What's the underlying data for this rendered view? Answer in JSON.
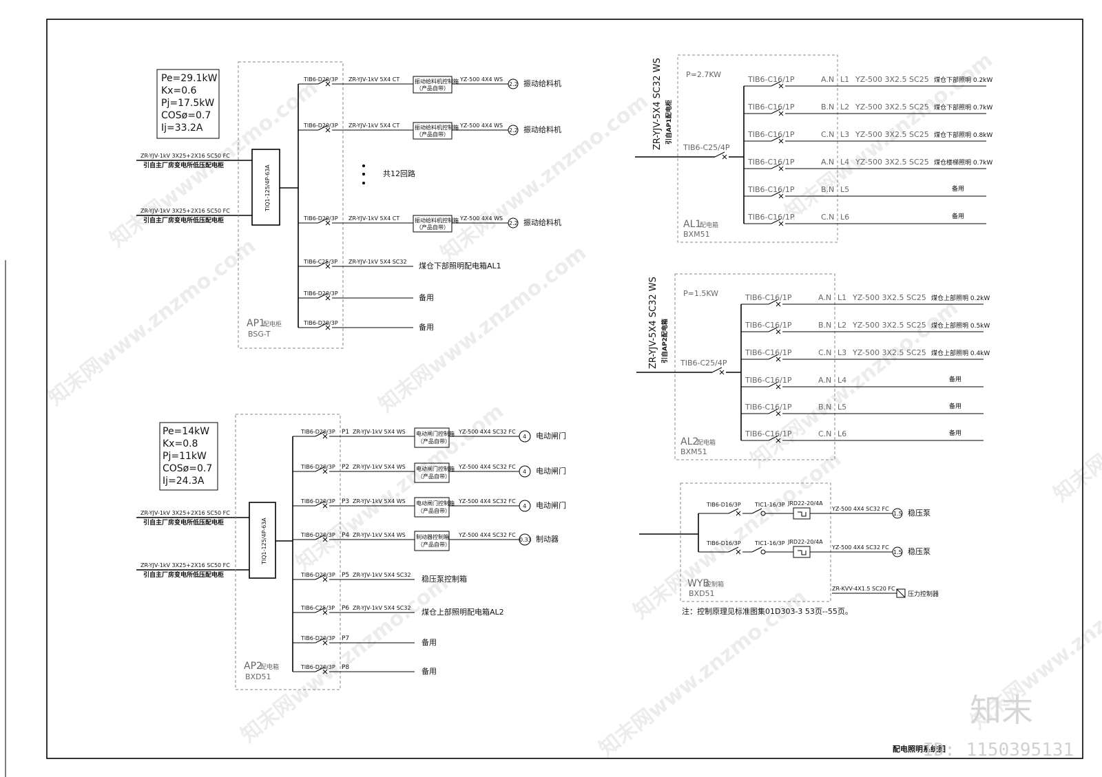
{
  "title": "配电照明系统图",
  "watermark": {
    "text": "知末网www.znzmo.com",
    "logo": "知末",
    "id_label": "ID: 1150395131"
  },
  "feeder_in": {
    "cable": "ZR-YJV-1kV 3X25+2X16 SC50 FC",
    "source": "引自主厂房变电所低压配电柜"
  },
  "ap1": {
    "load": [
      "Pe=29.1kW",
      "Kx=0.6",
      "Pj=17.5kW",
      "COSø=0.7",
      "Ij=33.2A"
    ],
    "switch": "TIQ1-125/4P-63A",
    "name": "AP1",
    "name_suffix": "配电柜",
    "model": "BSG-T",
    "ellipsis_note": "共12回路",
    "circuits": [
      {
        "breaker": "TIB6-D20/3P",
        "cable": "ZR-YJV-1kV 5X4 CT",
        "ctrl1": "振动给料机控制箱",
        "ctrl2": "（产品自带）",
        "cable2": "YZ-500 4X4 WS",
        "kw": "2.2",
        "load": "振动给料机"
      },
      {
        "breaker": "TIB6-D20/3P",
        "cable": "ZR-YJV-1kV 5X4 CT",
        "ctrl1": "振动给料机控制箱",
        "ctrl2": "（产品自带）",
        "cable2": "YZ-500 4X4 WS",
        "kw": "2.2",
        "load": "振动给料机"
      },
      {
        "breaker": "TIB6-D20/3P",
        "cable": "ZR-YJV-1kV 5X4 CT",
        "ctrl1": "振动给料机控制箱",
        "ctrl2": "（产品自带）",
        "cable2": "YZ-500 4X4 WS",
        "kw": "2.2",
        "load": "振动给料机"
      },
      {
        "breaker": "TIB6-C25/3P",
        "cable": "ZR-YJV-1kV 5X4 SC32",
        "load": "煤仓下部照明配电箱AL1"
      },
      {
        "breaker": "TIB6-D20/3P",
        "load": "备用"
      },
      {
        "breaker": "TIB6-D20/3P",
        "load": "备用"
      }
    ]
  },
  "ap2": {
    "load": [
      "Pe=14kW",
      "Kx=0.8",
      "Pj=11kW",
      "COSø=0.7",
      "Ij=24.3A"
    ],
    "switch": "TIQ1-125/4P-63A",
    "name": "AP2",
    "name_suffix": "配电箱",
    "model": "BXD51",
    "circuits": [
      {
        "breaker": "TIB6-D20/3P",
        "pno": "P1",
        "cable": "ZR-YJV-1kV 5X4 WS",
        "ctrl1": "电动闸门控制箱",
        "ctrl2": "（产品自带）",
        "cable2": "YZ-500 4X4 SC32 FC",
        "kw": "4",
        "load": "电动闸门"
      },
      {
        "breaker": "TIB6-D20/3P",
        "pno": "P2",
        "cable": "ZR-YJV-1kV 5X4 WS",
        "ctrl1": "电动闸门控制箱",
        "ctrl2": "（产品自带）",
        "cable2": "YZ-500 4X4 SC32 FC",
        "kw": "4",
        "load": "电动闸门"
      },
      {
        "breaker": "TIB6-D20/3P",
        "pno": "P3",
        "cable": "ZR-YJV-1kV 5X4 WS",
        "ctrl1": "电动闸门控制箱",
        "ctrl2": "（产品自带）",
        "cable2": "YZ-500 4X4 SC32 FC",
        "kw": "4",
        "load": "电动闸门"
      },
      {
        "breaker": "TIB6-D20/3P",
        "pno": "P4",
        "cable": "ZR-YJV-1kV 5X4 WS",
        "ctrl1": "制动器控制箱",
        "ctrl2": "（产品自带）",
        "cable2": "YZ-500 4X4 SC32 FC",
        "kw": "0.33",
        "load": "制动器"
      },
      {
        "breaker": "TIB6-D20/3P",
        "pno": "P5",
        "cable": "ZR-YJV-1kV 5X4 SC32",
        "load": "稳压泵控制箱"
      },
      {
        "breaker": "TIB6-C25/3P",
        "pno": "P6",
        "cable": "ZR-YJV-1kV 5X4 SC32",
        "load": "煤仓上部照明配电箱AL2"
      },
      {
        "breaker": "TIB6-D20/3P",
        "pno": "P7",
        "load": "备用"
      },
      {
        "breaker": "TIB6-D20/3P",
        "pno": "P8",
        "load": "备用"
      }
    ]
  },
  "al1": {
    "incoming": "ZR-YJV-5X4 SC32 WS",
    "source": "引自AP1配电柜",
    "power": "P=2.7KW",
    "main": "TIB6-C25/4P",
    "name": "AL1",
    "name_suffix": "配电箱",
    "model": "BXM51",
    "circuits": [
      {
        "breaker": "TIB6-C16/1P",
        "phase": "A.N",
        "line": "L1",
        "cable": "YZ-500 3X2.5 SC25",
        "load": "煤仓下部照明 0.2kW"
      },
      {
        "breaker": "TIB6-C16/1P",
        "phase": "B.N",
        "line": "L2",
        "cable": "YZ-500 3X2.5 SC25",
        "load": "煤仓下部照明 0.7kW"
      },
      {
        "breaker": "TIB6-C16/1P",
        "phase": "C.N",
        "line": "L3",
        "cable": "YZ-500 3X2.5 SC25",
        "load": "煤仓下部照明 0.8kW"
      },
      {
        "breaker": "TIB6-C16/1P",
        "phase": "A.N",
        "line": "L4",
        "cable": "YZ-500 3X2.5 SC25",
        "load": "煤仓楼梯照明 0.7kW"
      },
      {
        "breaker": "TIB6-C16/1P",
        "phase": "B.N",
        "line": "L5",
        "load": "备用"
      },
      {
        "breaker": "TIB6-C16/1P",
        "phase": "C.N",
        "line": "L6",
        "load": "备用"
      }
    ]
  },
  "al2": {
    "incoming": "ZR-YJV-5X4 SC32 WS",
    "source": "引自AP2配电箱",
    "power": "P=1.5KW",
    "main": "TIB6-C25/4P",
    "name": "AL2",
    "name_suffix": "配电箱",
    "model": "BXM51",
    "circuits": [
      {
        "breaker": "TIB6-C16/1P",
        "phase": "A.N",
        "line": "L1",
        "cable": "YZ-500 3X2.5 SC25",
        "load": "煤仓上部照明 0.2kW"
      },
      {
        "breaker": "TIB6-C16/1P",
        "phase": "B.N",
        "line": "L2",
        "cable": "YZ-500 3X2.5 SC25",
        "load": "煤仓上部照明 0.5kW"
      },
      {
        "breaker": "TIB6-C16/1P",
        "phase": "C.N",
        "line": "L3",
        "cable": "YZ-500 3X2.5 SC25",
        "load": "煤仓上部照明 0.4kW"
      },
      {
        "breaker": "TIB6-C16/1P",
        "phase": "A.N",
        "line": "L4",
        "load": "备用"
      },
      {
        "breaker": "TIB6-C16/1P",
        "phase": "B.N",
        "line": "L5",
        "load": "备用"
      },
      {
        "breaker": "TIB6-C16/1P",
        "phase": "C.N",
        "line": "L6",
        "load": "备用"
      }
    ]
  },
  "wyb": {
    "name": "WYB",
    "name_suffix": "控制箱",
    "model": "BXD51",
    "circuits": [
      {
        "breaker": "TIB6-D16/3P",
        "contactor": "TIC1-16/3P",
        "relay": "JRD22-20/4A",
        "cable": "YZ-500 4X4 SC32 FC",
        "kw": "1.5",
        "load": "稳压泵"
      },
      {
        "breaker": "TIB6-D16/3P",
        "contactor": "TIC1-16/3P",
        "relay": "JRD22-20/4A",
        "cable": "YZ-500 4X4 SC32 FC",
        "kw": "1.5",
        "load": "稳压泵"
      }
    ],
    "ctrl_cable": "ZR-KVV-4X1.5 SC20 FC",
    "ctrl_load": "压力控制器",
    "note": "注：控制原理见标准图集01D303-3 53页--55页。"
  }
}
